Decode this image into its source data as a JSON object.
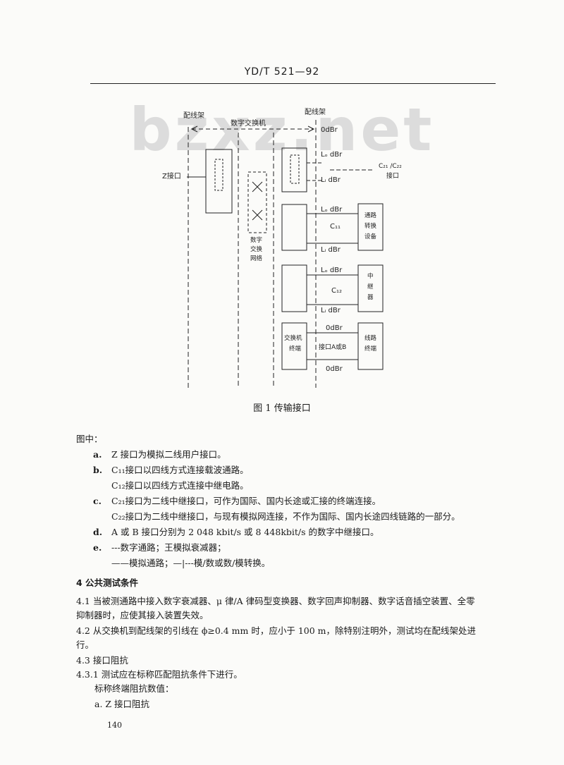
{
  "header": {
    "doc_id": "YD/T 521—92"
  },
  "watermark": "bzxz.net",
  "figure": {
    "labels": {
      "pxj_left": "配线架",
      "pxj_right": "配线架",
      "digital_exchange": "数字交换机",
      "z_interface": "Z接口",
      "odbr": "0dBr",
      "li_dbr": "Lᵢ dBr",
      "lo_dbr": "Lₒ dBr",
      "c2_interface_line1": "C₂₁ /C₂₂",
      "c2_interface_line2": "接口",
      "c11": "C₁₁",
      "c12": "C₁₂",
      "channel_equipment": [
        "通路",
        "转换",
        "设备"
      ],
      "repeater": [
        "中",
        "继",
        "器"
      ],
      "switch_net": [
        "数字",
        "交换",
        "网络"
      ],
      "exchange_terminal": [
        "交换机",
        "终端"
      ],
      "interface_ab": "接口A或B",
      "line_terminal": [
        "线路",
        "终端"
      ]
    },
    "caption": "图 1   传输接口"
  },
  "text": {
    "legend_title": "图中：",
    "items": [
      {
        "marker": "a.",
        "text": "Z 接口为模拟二线用户接口。"
      },
      {
        "marker": "b.",
        "text": "C₁₁接口以四线方式连接载波通路。"
      },
      {
        "marker": "",
        "text": "C₁₂接口以四线方式连接中继电路。"
      },
      {
        "marker": "c.",
        "text": "C₂₁接口为二线中继接口，可作为国际、国内长途或汇接的终端连接。"
      },
      {
        "marker": "",
        "text": "C₂₂接口为二线中继接口，与现有模拟网连接，不作为国际、国内长途四线链路的一部分。"
      },
      {
        "marker": "d.",
        "text": "A 或 B 接口分别为 2 048 kbit/s 或 8 448kbit/s 的数字中继接口。"
      },
      {
        "marker": "e.",
        "text": "---数字通路；王模拟衰减器；"
      },
      {
        "marker": "",
        "text": "——模拟通路；—|---模/数或数/模转换。"
      }
    ],
    "section4_title": "4  公共测试条件",
    "s41_line1": "4.1  当被测通路中接入数字衰减器、μ 律/A 律码型变换器、数字回声抑制器、数字话音插空装置、全零",
    "s41_line2": "抑制器时，应使其接入装置失效。",
    "s42_line1": "4.2  从交换机到配线架的引线在 ϕ≥0.4 mm 时，应小于 100 m，除特别注明外，测试均在配线架处进",
    "s42_line2": "行。",
    "s43": "4.3  接口阻抗",
    "s431": "4.3.1  测试应在标称匹配阻抗条件下进行。",
    "nominal": "标称终端阻抗数值：",
    "item_a_z": "a.   Z 接口阻抗"
  },
  "footer": {
    "page_number": "140"
  }
}
